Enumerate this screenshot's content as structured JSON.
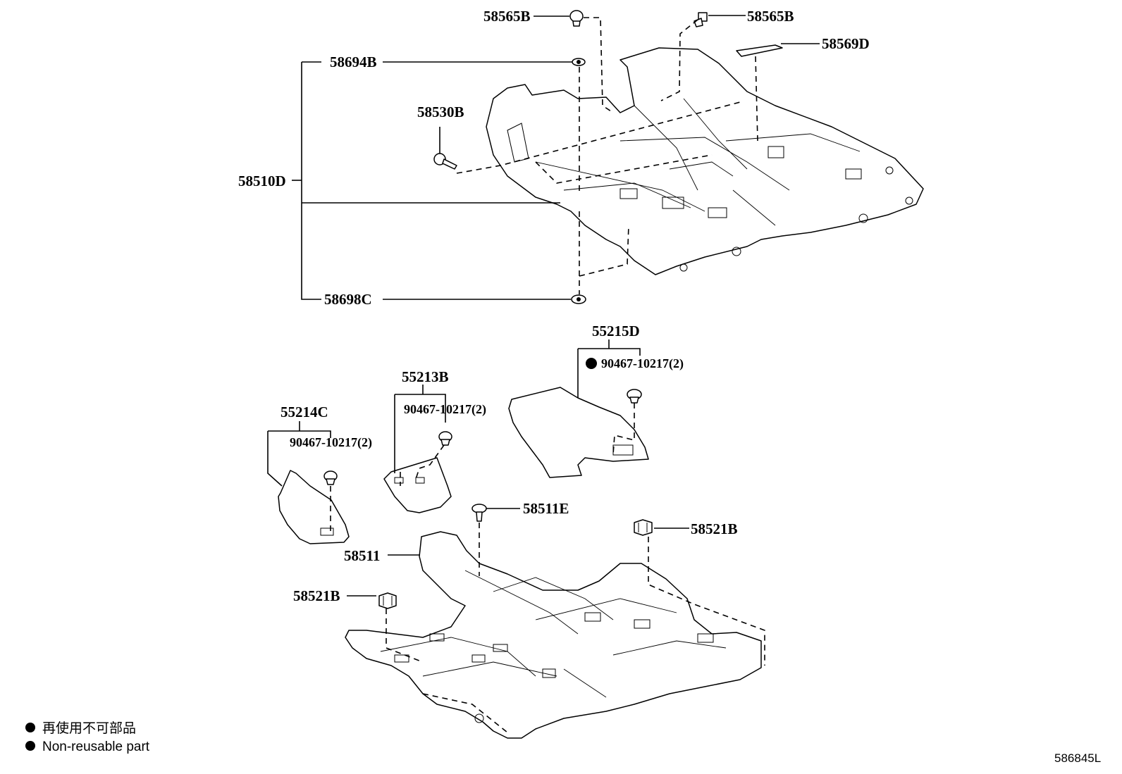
{
  "callouts": {
    "c58565b_left": "58565B",
    "c58565b_right": "58565B",
    "c58569d": "58569D",
    "c58694b": "58694B",
    "c58530b": "58530B",
    "c58510d": "58510D",
    "c58698c": "58698C",
    "c55215d": "55215D",
    "c55215d_clip": "90467-10217(2)",
    "c55213b": "55213B",
    "c55213b_clip": "90467-10217(2)",
    "c55214c": "55214C",
    "c55214c_clip": "90467-10217(2)",
    "c58511e": "58511E",
    "c58521b_right": "58521B",
    "c58511": "58511",
    "c58521b_left": "58521B"
  },
  "legend": {
    "line_jp": "再使用不可部品",
    "line_en": "Non-reusable part"
  },
  "diagram_code": "586845L"
}
